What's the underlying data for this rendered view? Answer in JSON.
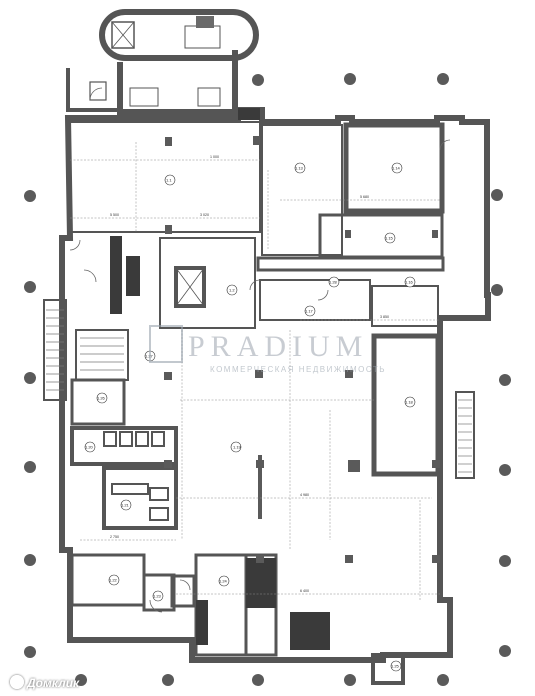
{
  "watermark": {
    "logo": "PRADIUM",
    "subtitle": "КОММЕРЧЕСКАЯ НЕДВИЖИМОСТЬ"
  },
  "brand": {
    "text": "Домклик",
    "icon": "domclick-logo-icon"
  },
  "rooms": [
    {
      "tag": "1.1",
      "area": ""
    },
    {
      "tag": "1.13",
      "area": ""
    },
    {
      "tag": "1.14",
      "area": ""
    },
    {
      "tag": "1.15",
      "area": ""
    },
    {
      "tag": "1.16",
      "area": ""
    },
    {
      "tag": "1.17",
      "area": ""
    },
    {
      "tag": "1.18",
      "area": ""
    },
    {
      "tag": "1.19",
      "area": ""
    },
    {
      "tag": "1.2",
      "area": ""
    },
    {
      "tag": "1.20",
      "area": ""
    },
    {
      "tag": "1.21",
      "area": ""
    },
    {
      "tag": "1.22",
      "area": ""
    },
    {
      "tag": "1.23",
      "area": ""
    },
    {
      "tag": "1.24",
      "area": ""
    },
    {
      "tag": "1.25",
      "area": ""
    },
    {
      "tag": "1.26",
      "area": ""
    },
    {
      "tag": "1.27",
      "area": ""
    },
    {
      "tag": "1.28",
      "area": ""
    }
  ],
  "dimensions": {
    "d1": "5 500",
    "d2": "3 020",
    "d3": "1 000",
    "d4": "4 980",
    "d5": "6 400",
    "d6": "5 680",
    "d7": "3 850",
    "d8": "2 750"
  },
  "colors": {
    "wall": "#555555",
    "wall_dark": "#3a3a3a",
    "column": "#5a5a5a",
    "grid_line": "#888888",
    "room_fill": "#ffffff"
  }
}
